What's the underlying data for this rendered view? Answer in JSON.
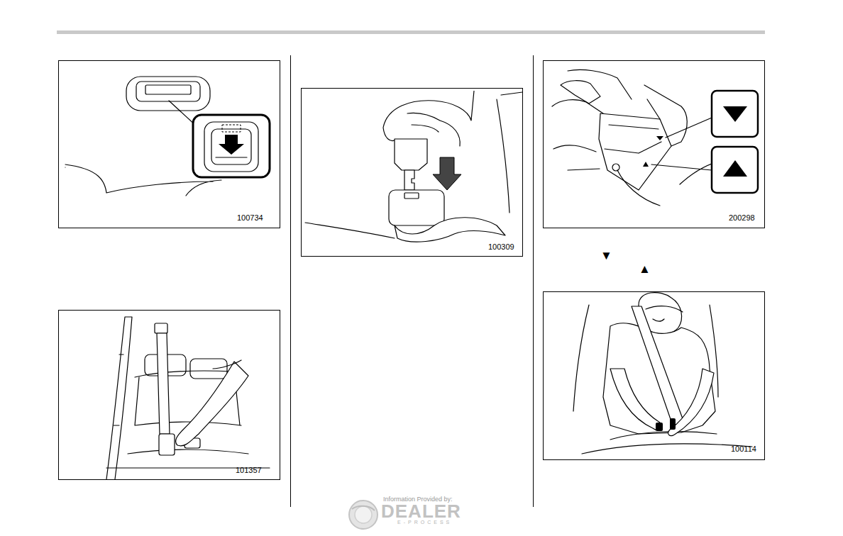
{
  "diagram": {
    "labels": [
      "100734",
      "101357",
      "100309",
      "200298",
      "100114",
      "▼",
      "▲",
      "Information Provided by:",
      "DEALER",
      "E-PROCESS"
    ]
  }
}
